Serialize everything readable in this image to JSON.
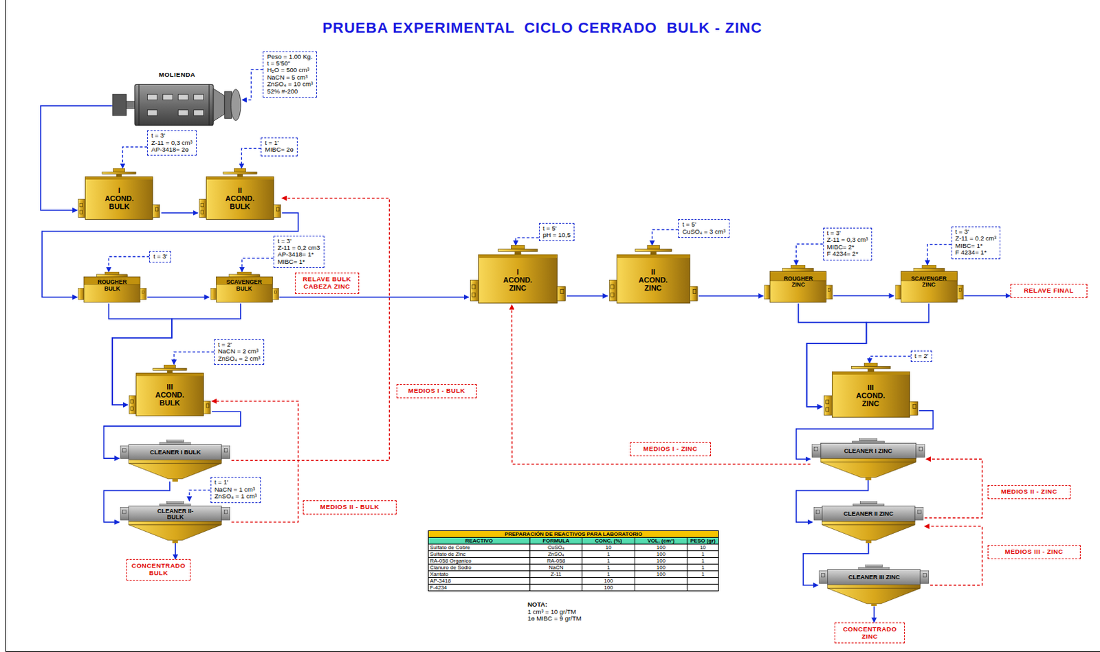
{
  "diagram": {
    "title": "PRUEBA EXPERIMENTAL  CICLO CERRADO  BULK - ZINC",
    "nodes": [
      {
        "text": [
          "Peso = 1.00 Kg.",
          "t = 5'50\"",
          "H₂O = 500 cm³",
          "NaCN = 5 cm³",
          "ZnSO₄ = 10 cm³",
          "52% #-200"
        ]
      },
      {
        "text": [
          "MOLIENDA"
        ]
      },
      {
        "text": [
          "t = 3'",
          "Z-11 = 0,3 cm³",
          "AP-3418= 2ө"
        ]
      },
      {
        "text": [
          "t = 1'",
          "MIBC= 2ө"
        ]
      },
      {
        "text": [
          "I ACOND. BULK"
        ]
      },
      {
        "text": [
          "II ACOND. BULK"
        ]
      },
      {
        "text": [
          "t = 3'"
        ]
      },
      {
        "text": [
          "t = 3'",
          "Z-11 = 0,2 cm3",
          "AP-3418= 1*",
          "MIBC= 1*"
        ]
      },
      {
        "text": [
          "ROUGHER BULK"
        ]
      },
      {
        "text": [
          "SCAVENGER BULK"
        ]
      },
      {
        "text": [
          "RELAVE BULK CABEZA ZINC"
        ]
      },
      {
        "text": [
          "t = 2'",
          "NaCN = 2 cm³",
          "ZnSO₄ = 2 cm³"
        ]
      },
      {
        "text": [
          "III ACOND. BULK"
        ]
      },
      {
        "text": [
          "MEDIOS I - BULK"
        ]
      },
      {
        "text": [
          "CLEANER I BULK"
        ]
      },
      {
        "text": [
          "t = 1'",
          "NaCN = 1 cm³",
          "ZnSO₄ = 1 cm³"
        ]
      },
      {
        "text": [
          "MEDIOS II - BULK"
        ]
      },
      {
        "text": [
          "CLEANER II- BULK"
        ]
      },
      {
        "text": [
          "CONCENTRADO BULK"
        ]
      },
      {
        "text": [
          "t = 5'",
          "pH = 10,5"
        ]
      },
      {
        "text": [
          "I ACOND. ZINC"
        ]
      },
      {
        "text": [
          "t = 5'",
          "CuSO₄ = 3 cm³"
        ]
      },
      {
        "text": [
          "II ACOND. ZINC"
        ]
      },
      {
        "text": [
          "t = 3'",
          "Z-11 = 0,3 cm³",
          "MIBC= 2*",
          "F 4234= 2*"
        ]
      },
      {
        "text": [
          "t = 3'",
          "Z-11 = 0.2 cm³",
          "MIBC= 1*",
          "F 4234= 1*"
        ]
      },
      {
        "text": [
          "ROUGHER ZINC"
        ]
      },
      {
        "text": [
          "SCAVENGER ZINC"
        ]
      },
      {
        "text": [
          "RELAVE FINAL"
        ]
      },
      {
        "text": [
          "t = 2'"
        ]
      },
      {
        "text": [
          "III ACOND. ZINC"
        ]
      },
      {
        "text": [
          "MEDIOS I - ZINC"
        ]
      },
      {
        "text": [
          "CLEANER I ZINC"
        ]
      },
      {
        "text": [
          "MEDIOS II - ZINC"
        ]
      },
      {
        "text": [
          "CLEANER II ZINC"
        ]
      },
      {
        "text": [
          "MEDIOS III - ZINC"
        ]
      },
      {
        "text": [
          "CLEANER III ZINC"
        ]
      },
      {
        "text": [
          "CONCENTRADO ZINC"
        ]
      }
    ],
    "edges": [
      {
        "from": 0,
        "to": 1,
        "arrow": "to"
      },
      {
        "from": 1,
        "to": 4,
        "arrow": "to"
      },
      {
        "from": 2,
        "to": 4,
        "arrow": "to"
      },
      {
        "from": 3,
        "to": 5,
        "arrow": "to"
      },
      {
        "from": 4,
        "to": 5,
        "arrow": "to"
      },
      {
        "from": 5,
        "to": 8,
        "arrow": "to"
      },
      {
        "from": 6,
        "to": 8,
        "arrow": "to"
      },
      {
        "from": 8,
        "to": 9,
        "arrow": "to"
      },
      {
        "from": 7,
        "to": 9,
        "arrow": "to"
      },
      {
        "from": 8,
        "to": 12,
        "arrow": "to"
      },
      {
        "from": 9,
        "to": 12,
        "arrow": "to"
      },
      {
        "from": 11,
        "to": 12,
        "arrow": "to"
      },
      {
        "from": 9,
        "to": 20,
        "arrow": "to"
      },
      {
        "from": 12,
        "to": 14,
        "arrow": "to"
      },
      {
        "from": 14,
        "to": 17,
        "arrow": "to"
      },
      {
        "from": 15,
        "to": 17,
        "arrow": "to"
      },
      {
        "from": 17,
        "to": 18,
        "arrow": "to"
      },
      {
        "from": 14,
        "to": 5,
        "arrow": "to"
      },
      {
        "from": 17,
        "to": 12,
        "arrow": "to"
      },
      {
        "from": 19,
        "to": 20,
        "arrow": "to"
      },
      {
        "from": 20,
        "to": 22,
        "arrow": "to"
      },
      {
        "from": 21,
        "to": 22,
        "arrow": "to"
      },
      {
        "from": 22,
        "to": 25,
        "arrow": "to"
      },
      {
        "from": 23,
        "to": 25,
        "arrow": "to"
      },
      {
        "from": 25,
        "to": 26,
        "arrow": "to"
      },
      {
        "from": 24,
        "to": 26,
        "arrow": "to"
      },
      {
        "from": 26,
        "to": 27,
        "arrow": "to"
      },
      {
        "from": 25,
        "to": 29,
        "arrow": "to"
      },
      {
        "from": 26,
        "to": 29,
        "arrow": "to"
      },
      {
        "from": 28,
        "to": 29,
        "arrow": "to"
      },
      {
        "from": 29,
        "to": 31,
        "arrow": "to"
      },
      {
        "from": 31,
        "to": 33,
        "arrow": "to"
      },
      {
        "from": 33,
        "to": 35,
        "arrow": "to"
      },
      {
        "from": 35,
        "to": 36,
        "arrow": "to"
      },
      {
        "from": 31,
        "to": 20,
        "arrow": "to"
      },
      {
        "from": 33,
        "to": 31,
        "arrow": "to"
      },
      {
        "from": 35,
        "to": 33,
        "arrow": "to"
      }
    ],
    "labels": [
      "PREPARACIÓN DE REACTIVOS PARA LABORATORIO",
      "REACTIVO",
      "FORMULA",
      "CONC. (%)",
      "VOL. (cm³)",
      "PESO (gr)",
      "Sulfato de Cobre",
      "CuSO₄",
      "10",
      "100",
      "10",
      "Sulfato de Zinc",
      "ZnSO₄",
      "1",
      "100",
      "1",
      "RA-058 Organico",
      "RA-058",
      "1",
      "100",
      "1",
      "Cianuro de Sodio",
      "NaCN",
      "1",
      "100",
      "1",
      "Xantato",
      "Z-11",
      "1",
      "100",
      "1",
      "AP-3418",
      "100",
      "F-4234",
      "100",
      "NOTA:",
      "1 cm³ = 10 gr/TM",
      "1ө MIBC = 9 gr/TM"
    ]
  }
}
